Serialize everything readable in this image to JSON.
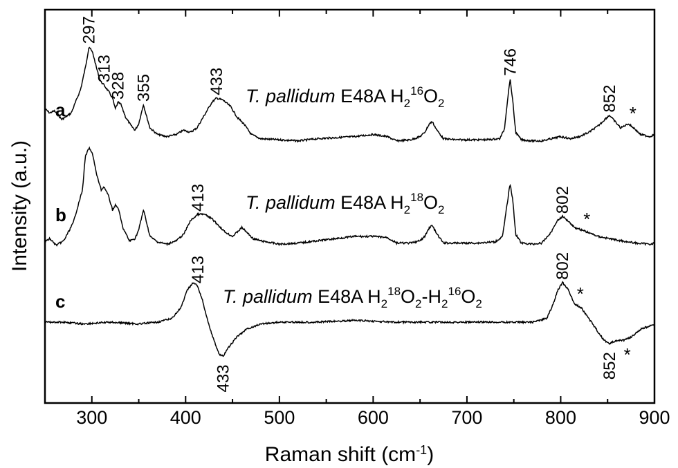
{
  "chart_data": {
    "type": "line",
    "xlabel": "Raman shift (cm",
    "xlabel_sup": "-1",
    "xlabel_end": ")",
    "ylabel": "Intensity (a.u.)",
    "xlim": [
      250,
      900
    ],
    "xticks": [
      "300",
      "400",
      "500",
      "600",
      "700",
      "800",
      "900"
    ],
    "grid": false,
    "series": [
      {
        "letter": "a",
        "name_italic": "T. pallidum",
        "name_parts": [
          " E48A H",
          "2",
          "16",
          "O",
          "2"
        ],
        "points": [
          [
            250,
            0.34
          ],
          [
            255,
            0.3
          ],
          [
            260,
            0.32
          ],
          [
            268,
            0.24
          ],
          [
            278,
            0.3
          ],
          [
            288,
            0.52
          ],
          [
            293,
            0.72
          ],
          [
            297,
            0.92
          ],
          [
            301,
            0.86
          ],
          [
            305,
            0.72
          ],
          [
            309,
            0.6
          ],
          [
            313,
            0.56
          ],
          [
            318,
            0.5
          ],
          [
            322,
            0.44
          ],
          [
            325,
            0.34
          ],
          [
            328,
            0.4
          ],
          [
            331,
            0.38
          ],
          [
            336,
            0.26
          ],
          [
            342,
            0.18
          ],
          [
            346,
            0.14
          ],
          [
            350,
            0.2
          ],
          [
            355,
            0.38
          ],
          [
            358,
            0.28
          ],
          [
            362,
            0.16
          ],
          [
            370,
            0.1
          ],
          [
            380,
            0.08
          ],
          [
            390,
            0.1
          ],
          [
            398,
            0.14
          ],
          [
            405,
            0.12
          ],
          [
            412,
            0.16
          ],
          [
            420,
            0.28
          ],
          [
            428,
            0.4
          ],
          [
            433,
            0.44
          ],
          [
            440,
            0.42
          ],
          [
            448,
            0.36
          ],
          [
            455,
            0.26
          ],
          [
            462,
            0.2
          ],
          [
            470,
            0.1
          ],
          [
            480,
            0.06
          ],
          [
            500,
            0.05
          ],
          [
            520,
            0.04
          ],
          [
            540,
            0.06
          ],
          [
            560,
            0.07
          ],
          [
            580,
            0.08
          ],
          [
            600,
            0.1
          ],
          [
            615,
            0.08
          ],
          [
            625,
            0.04
          ],
          [
            640,
            0.05
          ],
          [
            650,
            0.08
          ],
          [
            655,
            0.12
          ],
          [
            660,
            0.2
          ],
          [
            663,
            0.22
          ],
          [
            668,
            0.14
          ],
          [
            675,
            0.06
          ],
          [
            690,
            0.05
          ],
          [
            705,
            0.05
          ],
          [
            720,
            0.05
          ],
          [
            735,
            0.06
          ],
          [
            740,
            0.15
          ],
          [
            743,
            0.4
          ],
          [
            746,
            0.62
          ],
          [
            749,
            0.4
          ],
          [
            752,
            0.12
          ],
          [
            758,
            0.05
          ],
          [
            770,
            0.04
          ],
          [
            780,
            0.04
          ],
          [
            790,
            0.06
          ],
          [
            800,
            0.08
          ],
          [
            810,
            0.06
          ],
          [
            820,
            0.08
          ],
          [
            830,
            0.12
          ],
          [
            840,
            0.18
          ],
          [
            847,
            0.24
          ],
          [
            852,
            0.28
          ],
          [
            858,
            0.22
          ],
          [
            864,
            0.16
          ],
          [
            872,
            0.2
          ],
          [
            878,
            0.16
          ],
          [
            885,
            0.1
          ],
          [
            895,
            0.08
          ],
          [
            900,
            0.1
          ]
        ]
      },
      {
        "letter": "b",
        "name_italic": "T. pallidum",
        "name_parts": [
          " E48A H",
          "2",
          "18",
          "O",
          "2"
        ],
        "points": [
          [
            250,
            0.05
          ],
          [
            255,
            0.08
          ],
          [
            262,
            0.02
          ],
          [
            270,
            0.06
          ],
          [
            280,
            0.22
          ],
          [
            290,
            0.52
          ],
          [
            293,
            0.82
          ],
          [
            297,
            0.9
          ],
          [
            301,
            0.84
          ],
          [
            305,
            0.66
          ],
          [
            310,
            0.52
          ],
          [
            313,
            0.55
          ],
          [
            318,
            0.46
          ],
          [
            322,
            0.34
          ],
          [
            325,
            0.38
          ],
          [
            328,
            0.36
          ],
          [
            333,
            0.18
          ],
          [
            340,
            0.06
          ],
          [
            346,
            0.08
          ],
          [
            350,
            0.16
          ],
          [
            355,
            0.34
          ],
          [
            358,
            0.24
          ],
          [
            362,
            0.1
          ],
          [
            370,
            0.05
          ],
          [
            380,
            0.03
          ],
          [
            390,
            0.06
          ],
          [
            398,
            0.12
          ],
          [
            405,
            0.24
          ],
          [
            413,
            0.3
          ],
          [
            420,
            0.3
          ],
          [
            428,
            0.26
          ],
          [
            435,
            0.2
          ],
          [
            442,
            0.14
          ],
          [
            450,
            0.1
          ],
          [
            460,
            0.18
          ],
          [
            465,
            0.14
          ],
          [
            472,
            0.08
          ],
          [
            480,
            0.06
          ],
          [
            500,
            0.03
          ],
          [
            520,
            0.04
          ],
          [
            540,
            0.06
          ],
          [
            560,
            0.08
          ],
          [
            580,
            0.1
          ],
          [
            600,
            0.1
          ],
          [
            615,
            0.09
          ],
          [
            625,
            0.04
          ],
          [
            640,
            0.04
          ],
          [
            650,
            0.06
          ],
          [
            655,
            0.1
          ],
          [
            660,
            0.18
          ],
          [
            663,
            0.2
          ],
          [
            668,
            0.12
          ],
          [
            675,
            0.04
          ],
          [
            690,
            0.04
          ],
          [
            710,
            0.04
          ],
          [
            730,
            0.05
          ],
          [
            738,
            0.1
          ],
          [
            742,
            0.34
          ],
          [
            746,
            0.58
          ],
          [
            749,
            0.42
          ],
          [
            752,
            0.12
          ],
          [
            758,
            0.04
          ],
          [
            770,
            0.03
          ],
          [
            780,
            0.04
          ],
          [
            790,
            0.14
          ],
          [
            796,
            0.24
          ],
          [
            802,
            0.28
          ],
          [
            808,
            0.24
          ],
          [
            815,
            0.18
          ],
          [
            822,
            0.16
          ],
          [
            828,
            0.14
          ],
          [
            840,
            0.1
          ],
          [
            852,
            0.08
          ],
          [
            865,
            0.06
          ],
          [
            880,
            0.04
          ],
          [
            895,
            0.03
          ],
          [
            900,
            0.04
          ]
        ]
      },
      {
        "letter": "c",
        "name_italic": "T. pallidum",
        "name_parts": [
          " E48A H",
          "2",
          "18",
          "O",
          "2",
          "-H",
          "2",
          "16",
          "O",
          "2"
        ],
        "points": [
          [
            250,
            0.0
          ],
          [
            270,
            0.0
          ],
          [
            290,
            -0.01
          ],
          [
            320,
            0.0
          ],
          [
            350,
            -0.01
          ],
          [
            370,
            0.0
          ],
          [
            385,
            0.02
          ],
          [
            395,
            0.08
          ],
          [
            402,
            0.18
          ],
          [
            408,
            0.22
          ],
          [
            413,
            0.2
          ],
          [
            418,
            0.12
          ],
          [
            424,
            0.0
          ],
          [
            430,
            -0.1
          ],
          [
            436,
            -0.18
          ],
          [
            440,
            -0.19
          ],
          [
            446,
            -0.14
          ],
          [
            455,
            -0.08
          ],
          [
            465,
            -0.04
          ],
          [
            480,
            -0.01
          ],
          [
            500,
            0.0
          ],
          [
            540,
            0.0
          ],
          [
            580,
            0.01
          ],
          [
            620,
            0.0
          ],
          [
            660,
            0.0
          ],
          [
            700,
            0.0
          ],
          [
            740,
            0.0
          ],
          [
            770,
            0.0
          ],
          [
            785,
            0.02
          ],
          [
            792,
            0.1
          ],
          [
            797,
            0.18
          ],
          [
            802,
            0.22
          ],
          [
            808,
            0.18
          ],
          [
            815,
            0.1
          ],
          [
            822,
            0.08
          ],
          [
            830,
            0.02
          ],
          [
            838,
            -0.04
          ],
          [
            846,
            -0.1
          ],
          [
            852,
            -0.12
          ],
          [
            860,
            -0.1
          ],
          [
            868,
            -0.1
          ],
          [
            876,
            -0.08
          ],
          [
            885,
            -0.04
          ],
          [
            895,
            -0.02
          ],
          [
            900,
            -0.02
          ]
        ]
      }
    ],
    "peak_labels": [
      {
        "series": 0,
        "x": 297,
        "text": "297"
      },
      {
        "series": 0,
        "x": 313,
        "text": "313"
      },
      {
        "series": 0,
        "x": 328,
        "text": "328"
      },
      {
        "series": 0,
        "x": 355,
        "text": "355"
      },
      {
        "series": 0,
        "x": 433,
        "text": "433"
      },
      {
        "series": 0,
        "x": 746,
        "text": "746"
      },
      {
        "series": 0,
        "x": 852,
        "text": "852"
      },
      {
        "series": 1,
        "x": 413,
        "text": "413"
      },
      {
        "series": 1,
        "x": 802,
        "text": "802"
      },
      {
        "series": 2,
        "x": 413,
        "text": "413"
      },
      {
        "series": 2,
        "x": 802,
        "text": "802"
      },
      {
        "series": 2,
        "x": 440,
        "text": "433",
        "below": true
      },
      {
        "series": 2,
        "x": 852,
        "text": "852",
        "below": true
      }
    ],
    "stars": [
      {
        "series": 0,
        "x": 874,
        "text": "*"
      },
      {
        "series": 1,
        "x": 825,
        "text": "*"
      },
      {
        "series": 2,
        "x": 818,
        "text": "*"
      },
      {
        "series": 2,
        "x": 868,
        "text": "*",
        "below": true
      }
    ]
  }
}
